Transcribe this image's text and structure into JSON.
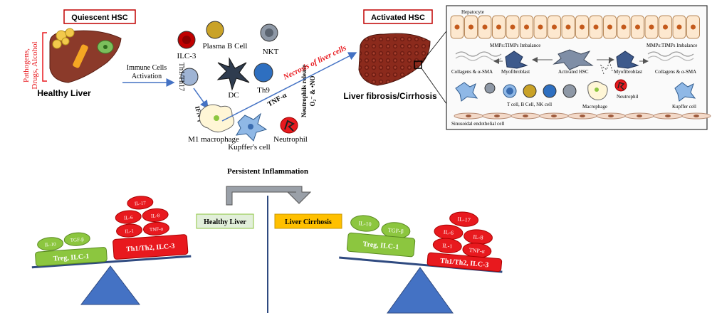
{
  "top_left": {
    "quiescent_title": "Quiescent HSC",
    "causes": [
      "Pathogens,",
      "Drugs, Alcohol"
    ],
    "healthy_liver": "Healthy Liver",
    "immune_arrow": [
      "Immune Cells",
      "Activation"
    ]
  },
  "immune_cells": {
    "ilc3": "ILC-3",
    "plasma_b": "Plasma B Cell",
    "nkt": "NKT",
    "th1_th17": "Th1/Th17",
    "dc": "DC",
    "th9": "Th9",
    "ifn": "IFN-γ",
    "m1": "M1 macrophage",
    "kupffer": "Kupffer's cell",
    "tnf": "TNF-α",
    "neutrophil": "Neutrophil",
    "neutrophil_release": [
      "Neutrophils release",
      "O₂⁻ & •NO"
    ],
    "necrosis": "Necrosis of liver cells"
  },
  "activated": {
    "title": "Activated HSC",
    "fibrosis": "Liver fibrosis/Cirrhosis"
  },
  "detail_panel": {
    "hepatocyte": "Hepatocyte",
    "mmp_left": "MMPs:TIMPs Imbalance",
    "mmp_right": "MMPs:TIMPs Imbalance",
    "collagen_left": "Collagens & α-SMA",
    "myofibroblast_left": "Myofibroblast",
    "activated_hsc": "Activated HSC",
    "myofibroblast_right": "Myofibroblast",
    "collagen_right": "Collagens & α-SMA",
    "neutrophil": "Neutrophil",
    "t_b_nk": "T cell, B Cell, NK cell",
    "macrophage": "Macrophage",
    "kupffer": "Kupffer cell",
    "sinusoidal": "Sinusoidal endothelial cell"
  },
  "bottom": {
    "persistent": "Persistent Inflammation",
    "healthy_label": "Healthy Liver",
    "cirrhosis_label": "Liver Cirrhosis",
    "left_scale": {
      "green_cytokines": [
        "IL-10",
        "TGF-β"
      ],
      "green_base": "Treg, ILC-1",
      "red_cytokines": [
        "IL-17",
        "IL-6",
        "IL-8",
        "IL-1",
        "TNF-α"
      ],
      "red_base": "Th1/Th2, ILC-3"
    },
    "right_scale": {
      "green_cytokines": [
        "IL-10",
        "TGF-β"
      ],
      "green_base": "Treg, ILC-1",
      "red_cytokines": [
        "IL-17",
        "IL-6",
        "IL-8",
        "IL-1",
        "TNF-α"
      ],
      "red_base": "Th1/Th2, ILC-3"
    }
  },
  "colors": {
    "red": "#e8191e",
    "green": "#8cc63f",
    "blue": "#4472c4",
    "liver": "#8b2a1c",
    "orange": "#ffc000",
    "pale_green": "#e2efda"
  }
}
